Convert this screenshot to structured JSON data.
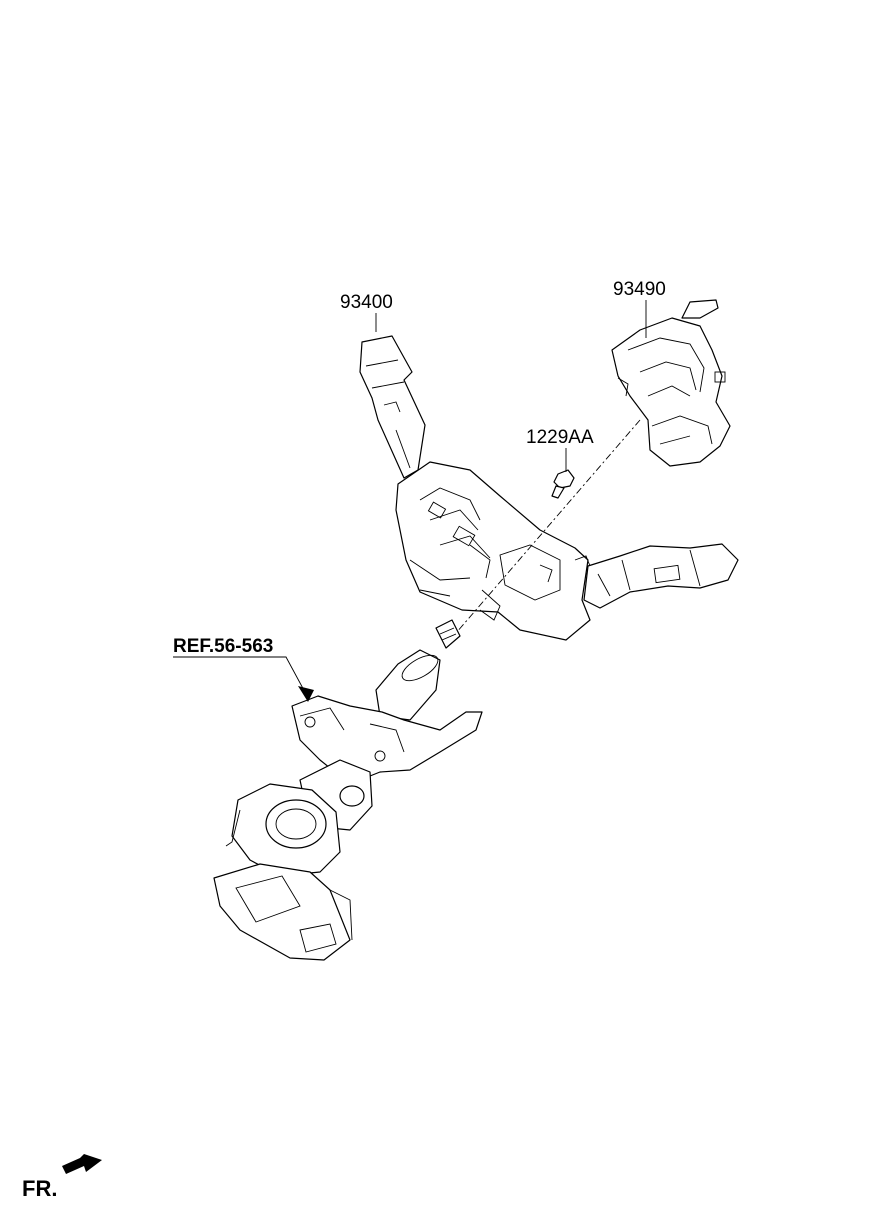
{
  "labels": {
    "multifunction_switch": "93400",
    "clock_spring": "93490",
    "screw": "1229AA",
    "steering_column_ref": "REF.56-563",
    "front_indicator": "FR."
  }
}
